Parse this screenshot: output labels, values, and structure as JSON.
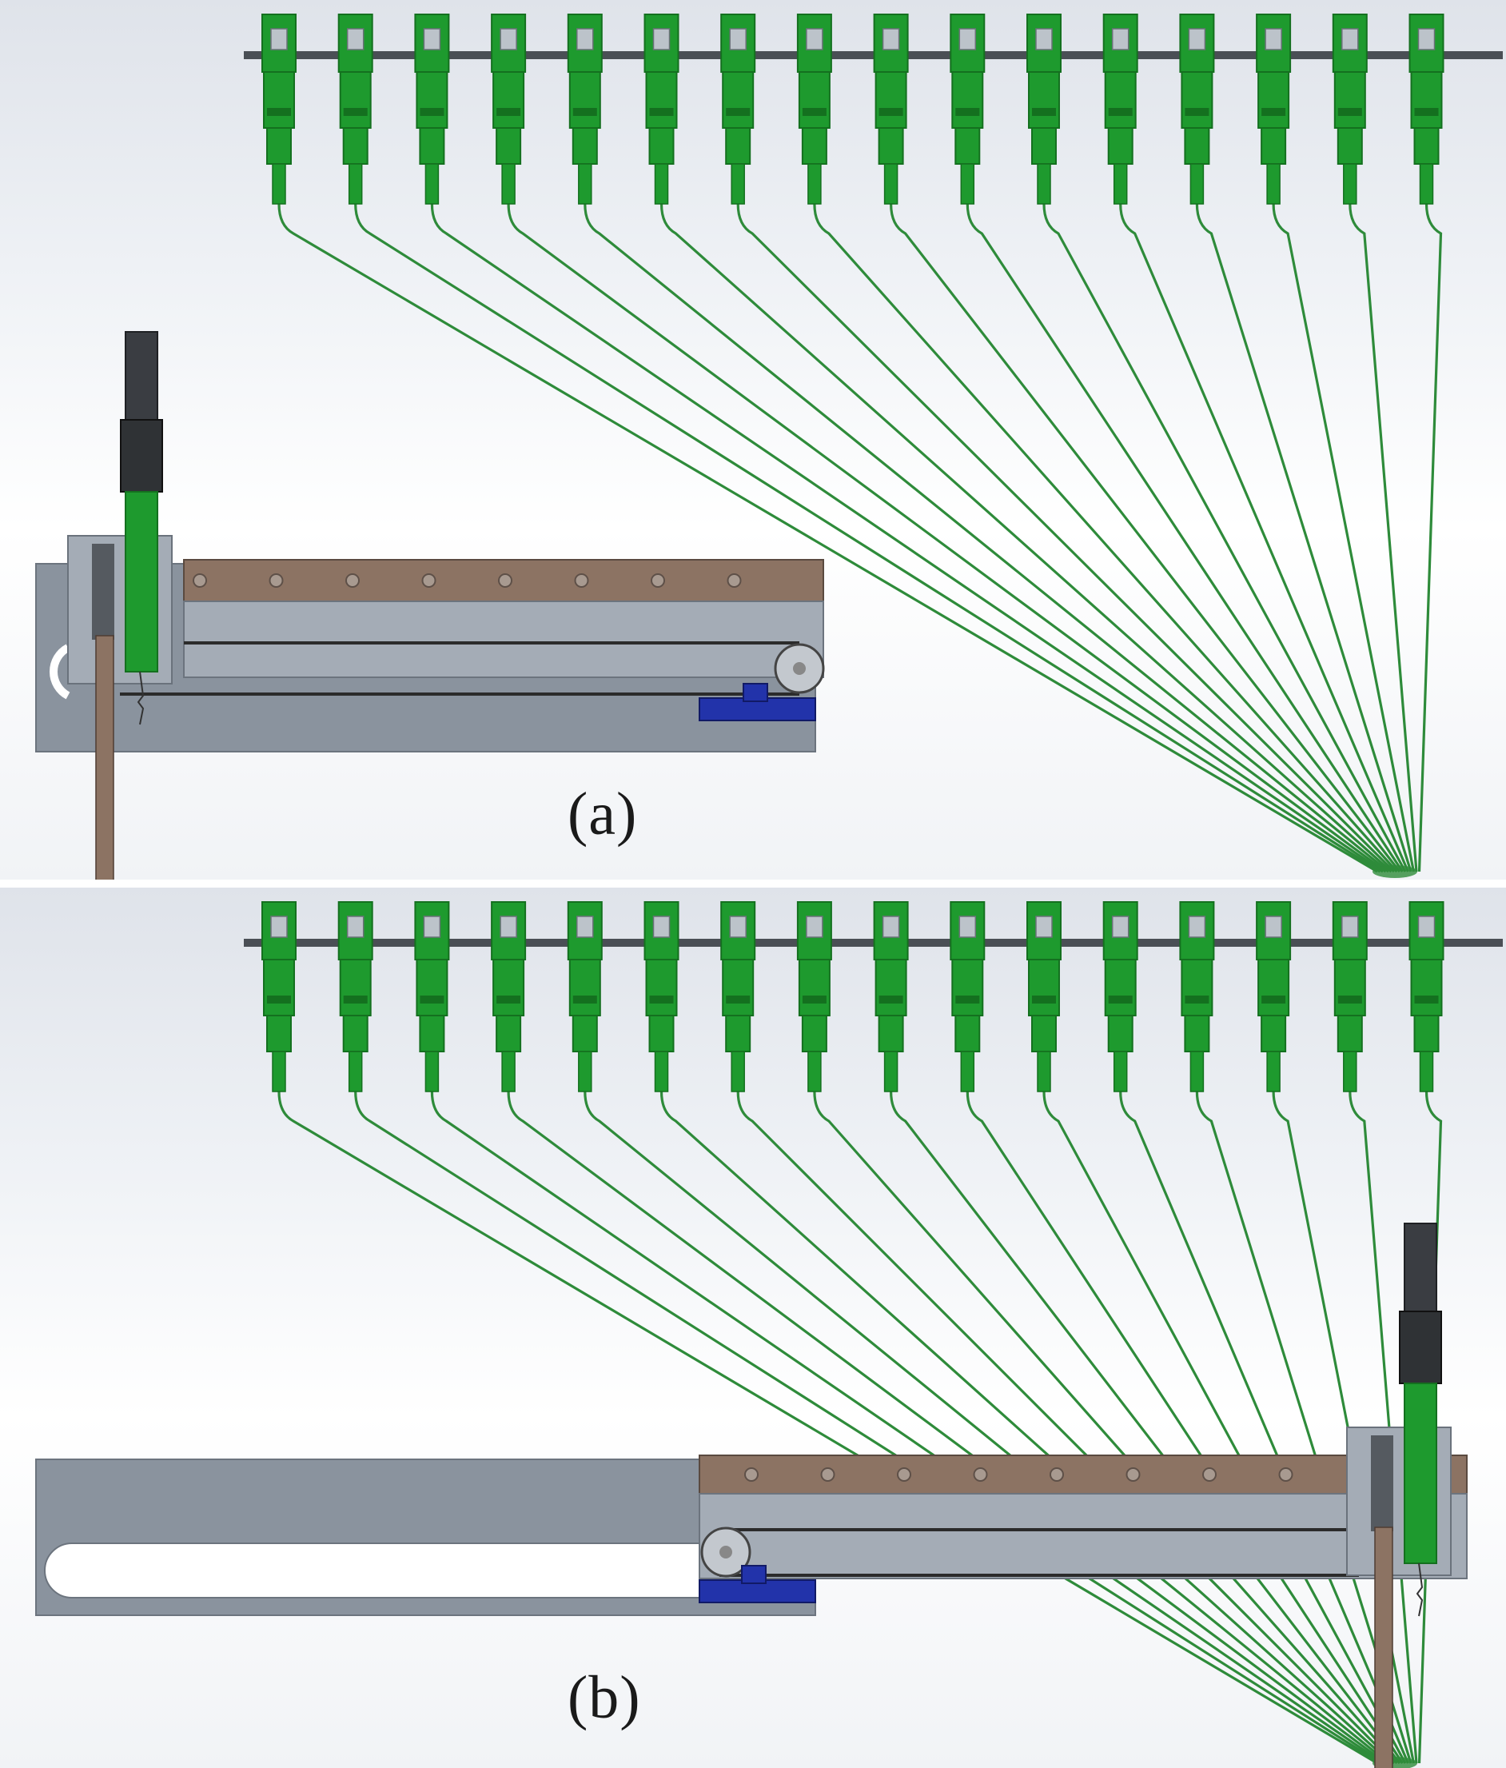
{
  "figure": {
    "connector_count": 16,
    "colors": {
      "fiber": "#2e8b3a",
      "connector": "#1e9a2e",
      "connector_dark": "#14701f",
      "rail": "#8a939e",
      "rail_light": "#a4acb6",
      "belt_strip": "#8c7363",
      "belt": "#2b2b2b",
      "motor_mount": "#2233aa",
      "top_bar": "#4a4f55"
    },
    "panels": [
      {
        "id": "a",
        "caption": "(a)",
        "carriage_position": "left"
      },
      {
        "id": "b",
        "caption": "(b)",
        "carriage_position": "right"
      }
    ]
  }
}
